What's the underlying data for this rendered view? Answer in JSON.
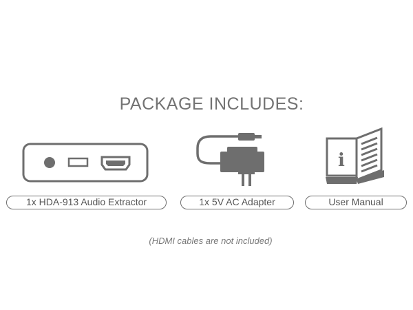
{
  "title": "PACKAGE INCLUDES:",
  "items": [
    {
      "label": "1x HDA-913 Audio Extractor",
      "icon": "audio-extractor-icon"
    },
    {
      "label": "1x 5V AC Adapter",
      "icon": "ac-adapter-icon"
    },
    {
      "label": "User Manual",
      "icon": "user-manual-icon"
    }
  ],
  "manual_icon_glyph": "i",
  "note": "(HDMI cables are not included)",
  "colors": {
    "icon": "#6e6e6e",
    "text": "#555555",
    "background": "#ffffff"
  }
}
